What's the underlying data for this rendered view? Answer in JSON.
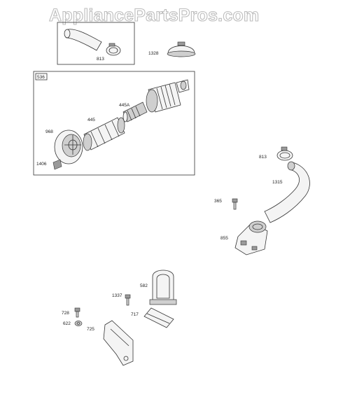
{
  "watermark": "AppliancePartsPros.com",
  "labels": {
    "p813_top": "813",
    "p1328": "1328",
    "p536": "536",
    "p445A": "445A",
    "p445": "445",
    "p968": "968",
    "p1406": "1406",
    "p813_right": "813",
    "p1315": "1315",
    "p365": "365",
    "p855": "855",
    "p582": "582",
    "p1337": "1337",
    "p728": "728",
    "p717": "717",
    "p622": "622",
    "p725": "725"
  }
}
